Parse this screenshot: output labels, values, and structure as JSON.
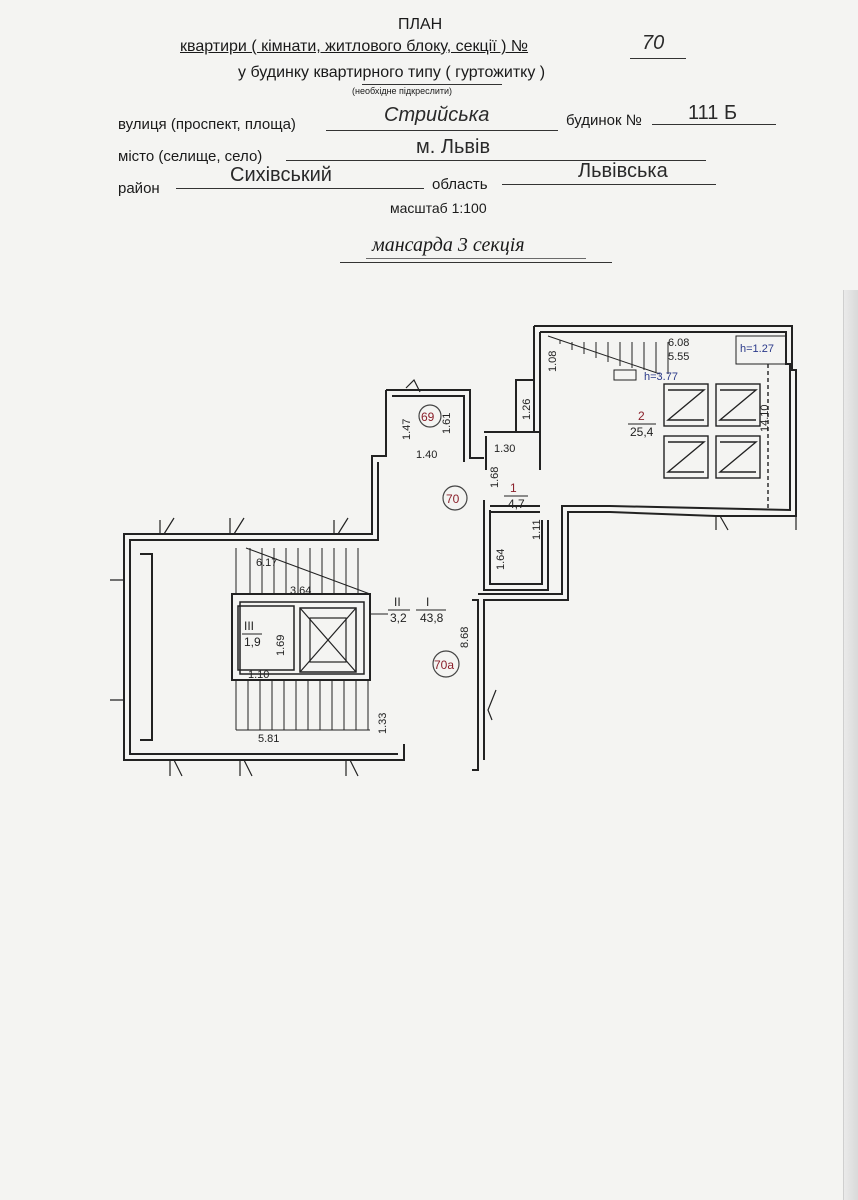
{
  "header": {
    "title": "ПЛАН",
    "line1_prefix": "квартири ( кімнати, житлового блоку, секції ) №",
    "apartment_no": "70",
    "line2": "у будинку квартирного типу ( гуртожитку )",
    "line2_note": "(необхідне підкреслити)",
    "street_label": "вулиця (проспект, площа)",
    "street_value": "Стрийська",
    "building_label": "будинок №",
    "building_value": "111 Б",
    "city_label": "місто (селище, село)",
    "city_value": "м. Львів",
    "district_label": "район",
    "district_value": "Сихівський",
    "region_label": "область",
    "region_value": "Львівська",
    "scale": "масштаб 1:100",
    "floor_caption": "мансарда 3 секція"
  },
  "plan": {
    "markers": {
      "m69": "69",
      "m70": "70",
      "m70a": "70а"
    },
    "rooms": {
      "r1_num": "1",
      "r1_area": "4,7",
      "r2_num": "2",
      "r2_area": "25,4",
      "rI_num": "I",
      "rI_area": "43,8",
      "rII_num": "II",
      "rII_area": "3,2",
      "rIII_num": "III",
      "rIII_area": "1,9"
    },
    "dims": {
      "d608": "6.08",
      "d555": "5.55",
      "h127": "h=1.27",
      "h377": "h=3.77",
      "d108": "1.08",
      "d126": "1.26",
      "d1410": "14.10",
      "d147": "1.47",
      "d161": "1.61",
      "d140": "1.40",
      "d130": "1.30",
      "d168": "1.68",
      "d111": "1.11",
      "d164": "1.64",
      "d617": "6.17",
      "d364": "3.64",
      "d169": "1.69",
      "d110": "1.10",
      "d868": "8.68",
      "d133": "1.33",
      "d581": "5.81"
    }
  }
}
